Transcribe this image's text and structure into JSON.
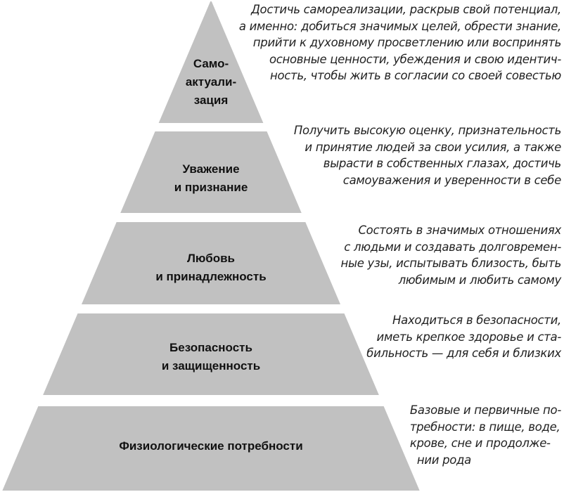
{
  "fill_color": "#c1c1c1",
  "levels": [
    {
      "title_lines": [
        "Само-",
        "актуали-",
        "зация"
      ],
      "desc_lines": [
        "Достичь самореализации, раскрыв свой потенциал,",
        "а именно: добиться значимых целей, обрести знание,",
        "прийти к духовному просветлению или воспринять",
        "основные ценности, убеждения и свою идентич-",
        "ность, чтобы жить в согласии со своей совестью"
      ]
    },
    {
      "title_lines": [
        "Уважение",
        "и признание"
      ],
      "desc_lines": [
        "Получить высокую оценку, признательность",
        "и принятие людей за свои усилия, а также",
        "вырасти в собственных глазах, достичь",
        "самоуважения и уверенности в себе"
      ]
    },
    {
      "title_lines": [
        "Любовь",
        "и принадлежность"
      ],
      "desc_lines": [
        "Состоять в значимых отношениях",
        "с людьми и создавать долговремен-",
        "ные узы, испытывать близость, быть",
        "любимым и любить самому"
      ]
    },
    {
      "title_lines": [
        "Безопасность",
        "и защищенность"
      ],
      "desc_lines": [
        "Находиться в безопасности,",
        "иметь крепкое здоровье и ста-",
        "бильность — для себя и близких"
      ]
    },
    {
      "title_lines": [
        "Физиологические потребности"
      ],
      "desc_lines": [
        "Базовые и первичные по-",
        "требности: в пище, воде,",
        "крове, сне и продолже-",
        "нии рода"
      ]
    }
  ]
}
